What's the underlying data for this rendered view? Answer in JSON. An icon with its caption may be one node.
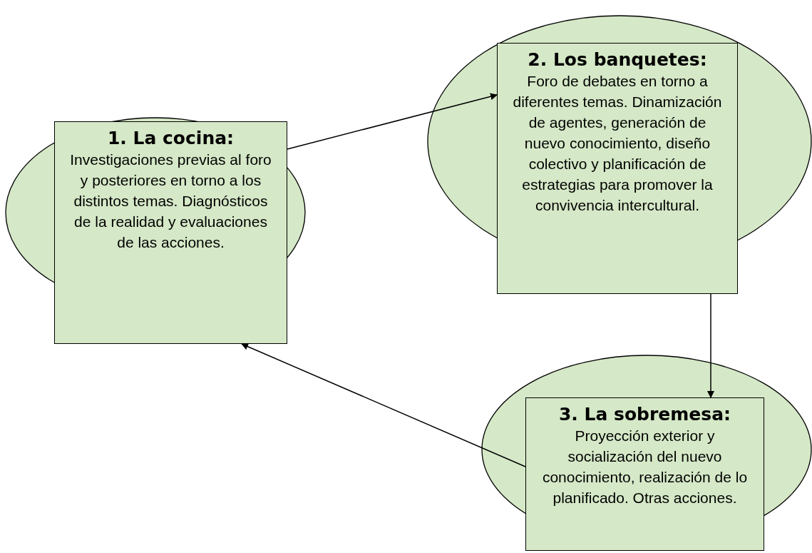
{
  "diagram": {
    "nodes": [
      {
        "text": [
          "1. La cocina:",
          "Investigaciones previas al foro y posteriores en torno a los distintos temas. Diagnósticos de la realidad y evaluaciones de las acciones."
        ]
      },
      {
        "text": [
          "2. Los banquetes:",
          "Foro de debates en torno a diferentes temas. Dinamización de agentes, generación de nuevo conocimiento, diseño colectivo y planificación de estrategias para promover la convivencia intercultural."
        ]
      },
      {
        "text": [
          "3. La sobremesa:",
          "Proyección exterior y socialización del nuevo conocimiento, realización de lo planificado. Otras acciones."
        ]
      }
    ],
    "edges": [
      {
        "from": 0,
        "to": 1,
        "arrow": "to"
      },
      {
        "from": 1,
        "to": 2,
        "arrow": "to"
      },
      {
        "from": 2,
        "to": 0,
        "arrow": "to"
      }
    ]
  }
}
